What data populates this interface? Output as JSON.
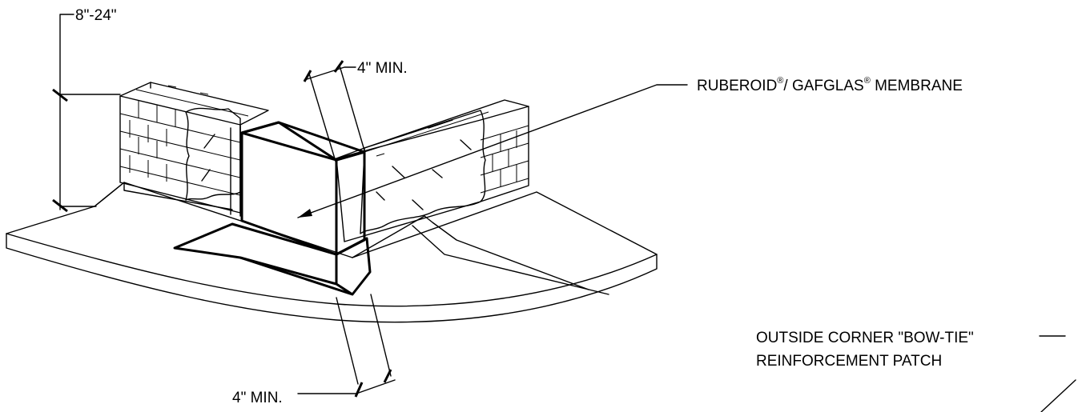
{
  "labels": {
    "parapet_height": "8\"-24\"",
    "top_min": "4\" MIN.",
    "bottom_min": "4\" MIN.",
    "membrane_part1": "RUBEROID",
    "membrane_part2": "/ GAFGLAS",
    "membrane_part3": " MEMBRANE",
    "registered_mark": "®",
    "patch_line1": "OUTSIDE CORNER \"BOW-TIE\"",
    "patch_line2": "REINFORCEMENT PATCH"
  }
}
